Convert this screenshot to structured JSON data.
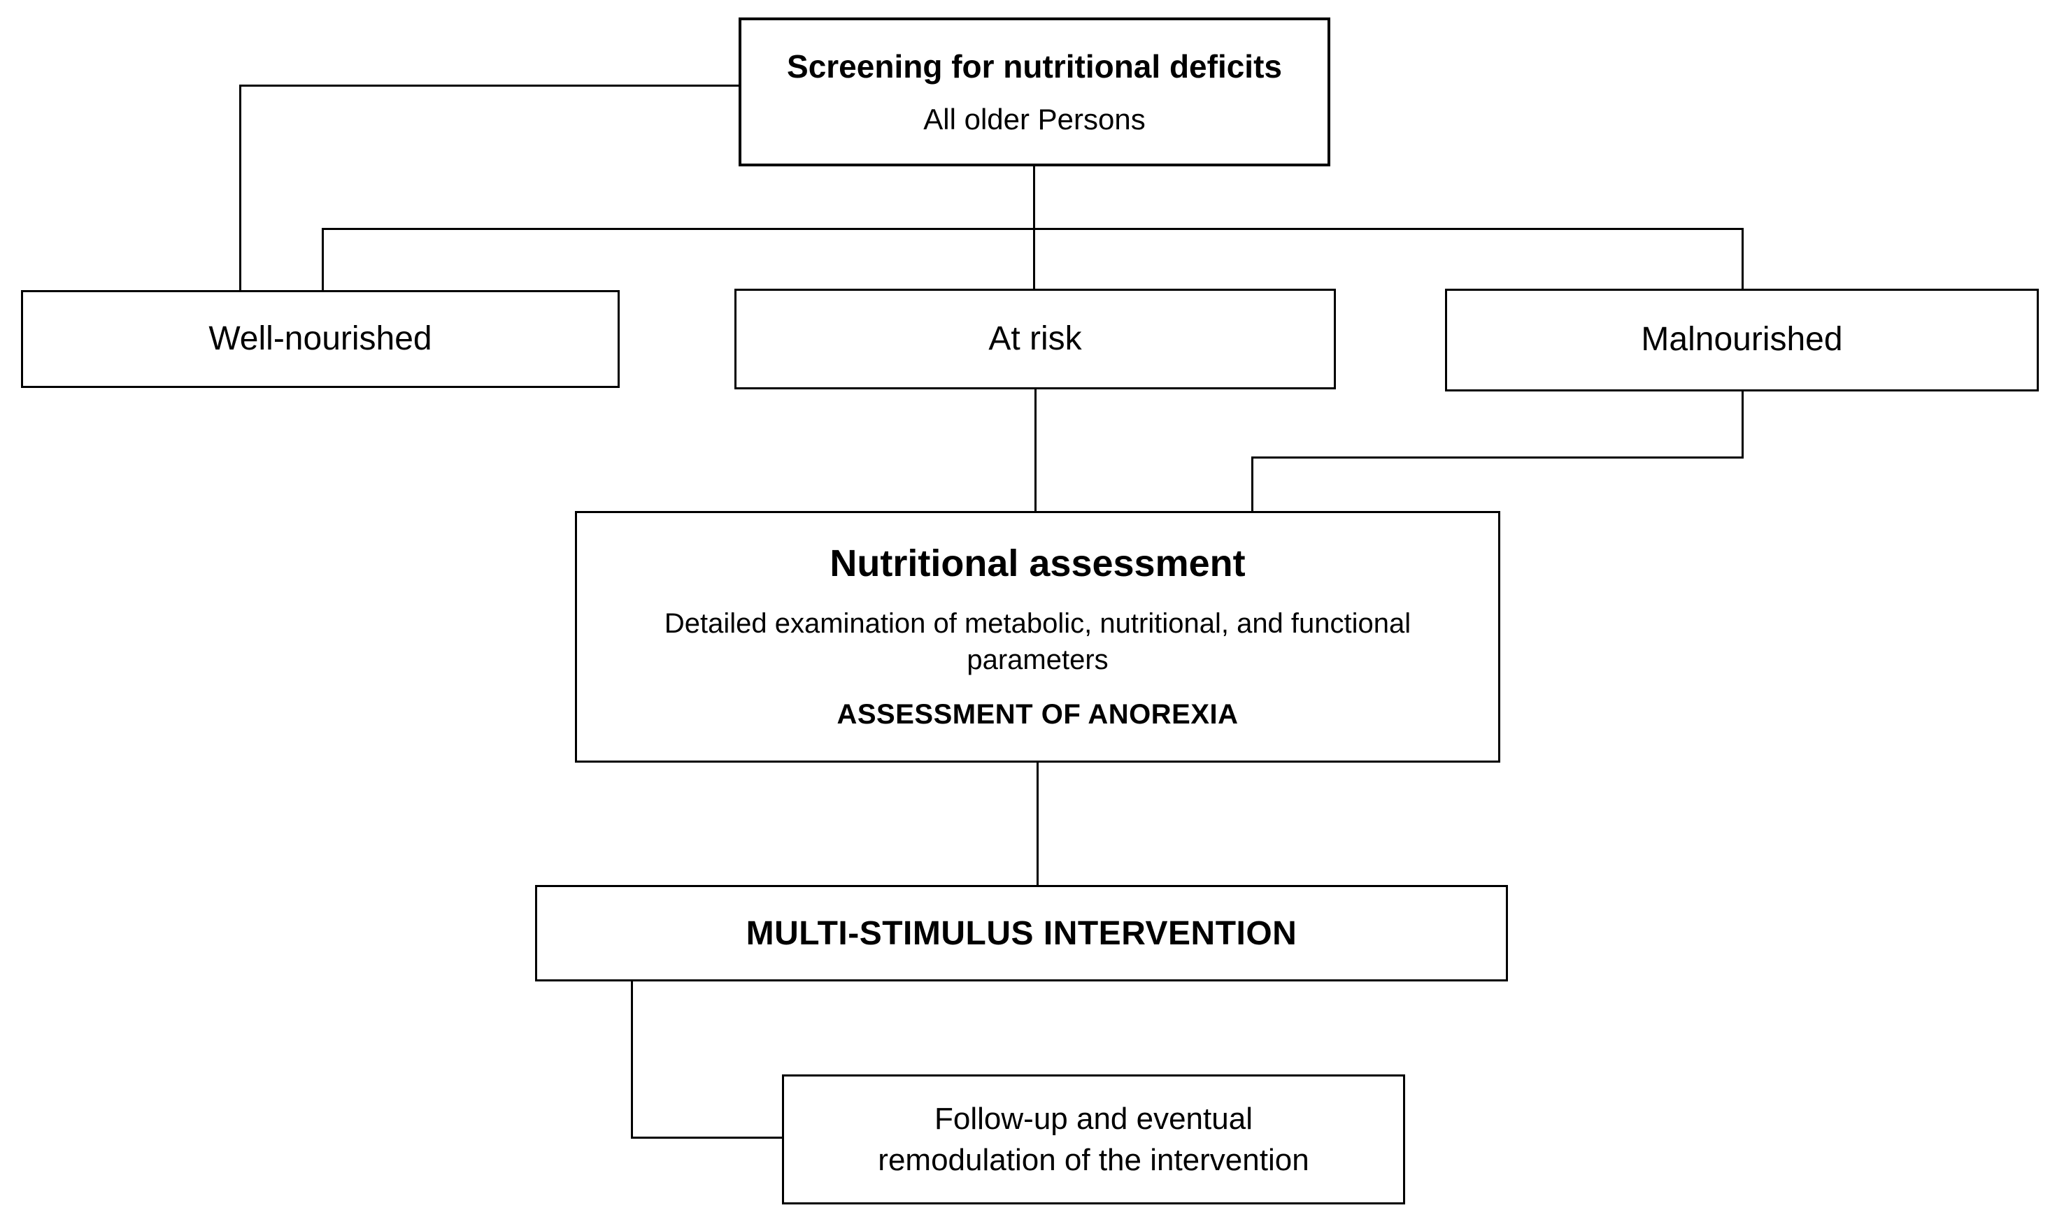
{
  "nodes": {
    "screening": {
      "title": "Screening for nutritional deficits",
      "subtitle": "All older Persons"
    },
    "well_nourished": {
      "label": "Well-nourished"
    },
    "at_risk": {
      "label": "At risk"
    },
    "malnourished": {
      "label": "Malnourished"
    },
    "assessment": {
      "title": "Nutritional assessment",
      "description_line1": "Detailed examination of metabolic, nutritional, and functional",
      "description_line2": "parameters",
      "emphasis": "ASSESSMENT OF ANOREXIA"
    },
    "intervention": {
      "label": "MULTI-STIMULUS INTERVENTION"
    },
    "follow_up": {
      "line1": "Follow-up and eventual",
      "line2": "remodulation of the intervention"
    }
  },
  "edges": [
    {
      "from": "screening",
      "to": "well_nourished"
    },
    {
      "from": "screening",
      "to": "at_risk"
    },
    {
      "from": "screening",
      "to": "malnourished"
    },
    {
      "from": "at_risk",
      "to": "assessment"
    },
    {
      "from": "malnourished",
      "to": "assessment"
    },
    {
      "from": "assessment",
      "to": "intervention"
    },
    {
      "from": "intervention",
      "to": "follow_up"
    }
  ],
  "colors": {
    "background": "#ffffff",
    "box_border": "#000000",
    "line": "#000000",
    "text": "#000000"
  }
}
